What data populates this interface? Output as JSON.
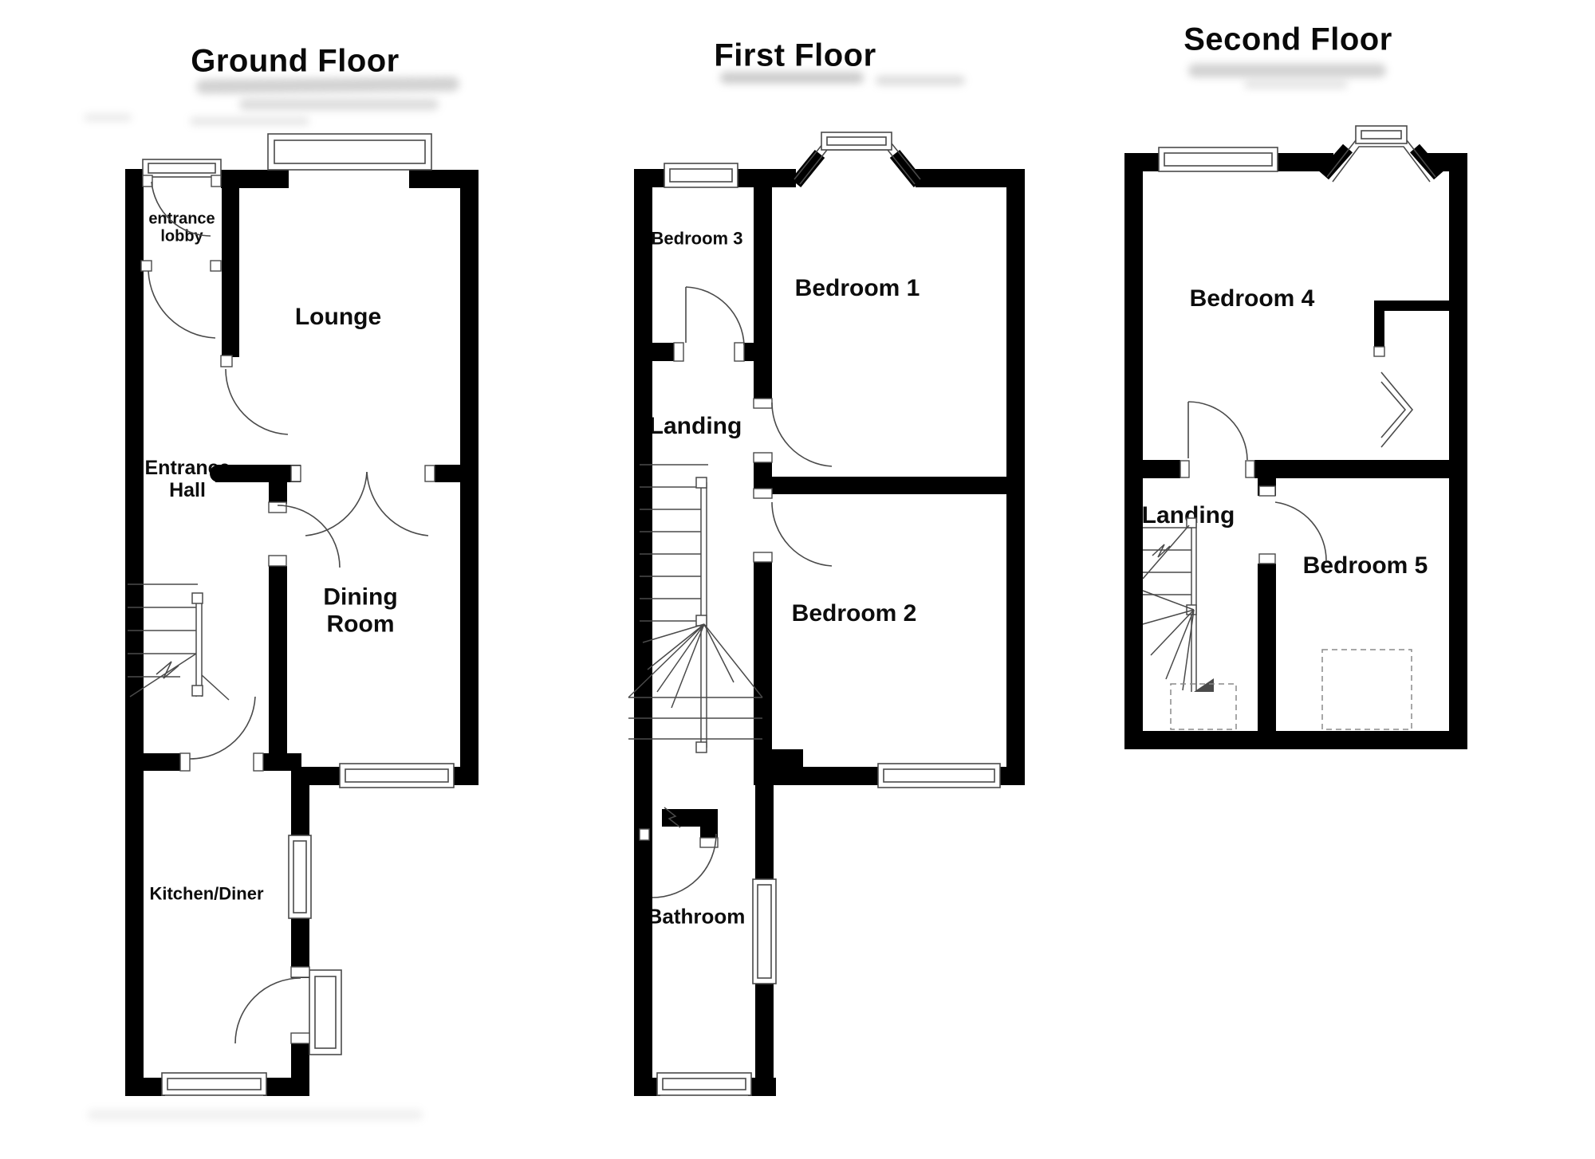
{
  "document": {
    "type": "estate-agent-floorplan",
    "floor_count": 3,
    "background": "#ffffff"
  },
  "colors": {
    "wall": "#000000",
    "line": "#4a4a4a",
    "dashed_line": "#8a8a8a",
    "text": "#0d0d0d"
  },
  "floors": {
    "ground": {
      "title": "Ground Floor",
      "rooms": {
        "lobby": {
          "label": "entrance",
          "label2": "lobby"
        },
        "lounge": {
          "label": "Lounge"
        },
        "hall": {
          "label": "Entrance",
          "label2": "Hall"
        },
        "dining": {
          "label": "Dining",
          "label2": "Room"
        },
        "kitchen": {
          "label": "Kitchen/Diner"
        }
      }
    },
    "first": {
      "title": "First Floor",
      "rooms": {
        "bedroom3": {
          "label": "Bedroom 3"
        },
        "bedroom1": {
          "label": "Bedroom 1"
        },
        "landing": {
          "label": "Landing"
        },
        "bedroom2": {
          "label": "Bedroom 2"
        },
        "bathroom": {
          "label": "Bathroom"
        }
      }
    },
    "second": {
      "title": "Second Floor",
      "rooms": {
        "bedroom4": {
          "label": "Bedroom 4"
        },
        "landing": {
          "label": "Landing"
        },
        "bedroom5": {
          "label": "Bedroom 5"
        }
      }
    }
  }
}
